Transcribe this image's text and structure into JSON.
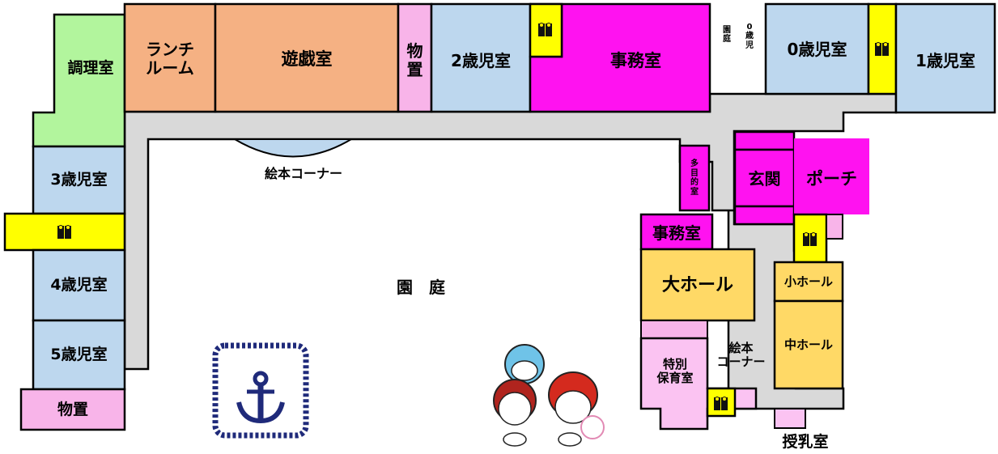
{
  "rooms": {
    "cooking": "調理室",
    "lunch_room": "ランチ\nルーム",
    "playroom": "遊戯室",
    "storage_top": "物\n置",
    "age2": "2歳児室",
    "office_top": "事務室",
    "garden_small": "園\n庭",
    "age0_small": "0\n歳\n児",
    "age0": "0歳児室",
    "age1": "1歳児室",
    "age3": "3歳児室",
    "age4": "4歳児室",
    "age5": "5歳児室",
    "storage_bottom": "物置",
    "picture_book_corner_top": "絵本コーナー",
    "garden": "園　庭",
    "multipurpose": "多\n目\n的\n室",
    "entrance": "玄関",
    "porch": "ポーチ",
    "office_mid": "事務室",
    "big_hall": "大ホール",
    "small_hall": "小ホール",
    "middle_hall": "中ホール",
    "picture_book_corner_bottom": "絵本\nコーナー",
    "special_care": "特別\n保育室",
    "nursing_room": "授乳室"
  },
  "colors": {
    "kitchen": "#b2f59d",
    "orange": "#f5b183",
    "pink_light": "#f8b4e9",
    "blue_light": "#bdd7ee",
    "magenta": "#ff12f0",
    "yellow": "#ffff00",
    "gold": "#ffd966",
    "corridor": "#d9d9d9"
  },
  "icons": [
    "restroom-icon",
    "anchor-emblem",
    "mascot-characters"
  ]
}
